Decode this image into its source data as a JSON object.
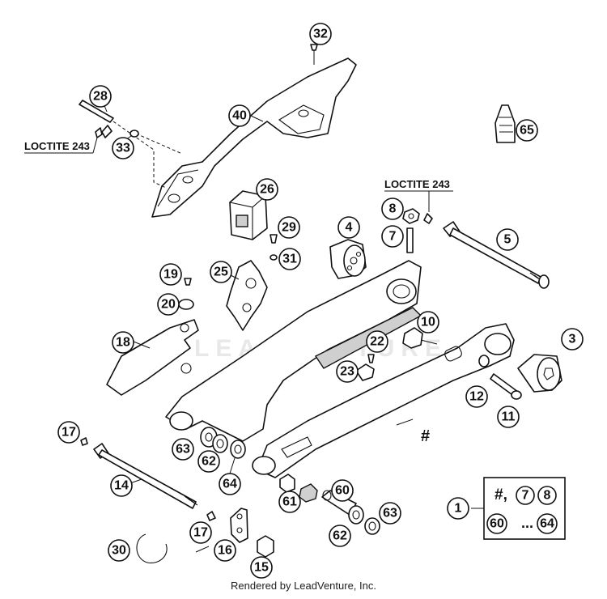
{
  "callouts": [
    "32",
    "28",
    "40",
    "33",
    "65",
    "26",
    "29",
    "8",
    "7",
    "4",
    "5",
    "31",
    "25",
    "19",
    "20",
    "18",
    "10",
    "22",
    "23",
    "3",
    "12",
    "11",
    "17",
    "63",
    "62",
    "64",
    "14",
    "60",
    "61",
    "63",
    "17",
    "16",
    "30",
    "15",
    "62",
    "1"
  ],
  "hash_label": "#",
  "legend": {
    "row1_prefix": "#,",
    "row1_items": [
      "7",
      "8"
    ],
    "row2_items": [
      "60",
      "64"
    ],
    "ellipsis": "..."
  },
  "notes": {
    "loctite_left": "LOCTITE 243",
    "loctite_right": "LOCTITE 243"
  },
  "watermark": "LEADVENTURE",
  "footer": "Rendered by LeadVenture, Inc."
}
